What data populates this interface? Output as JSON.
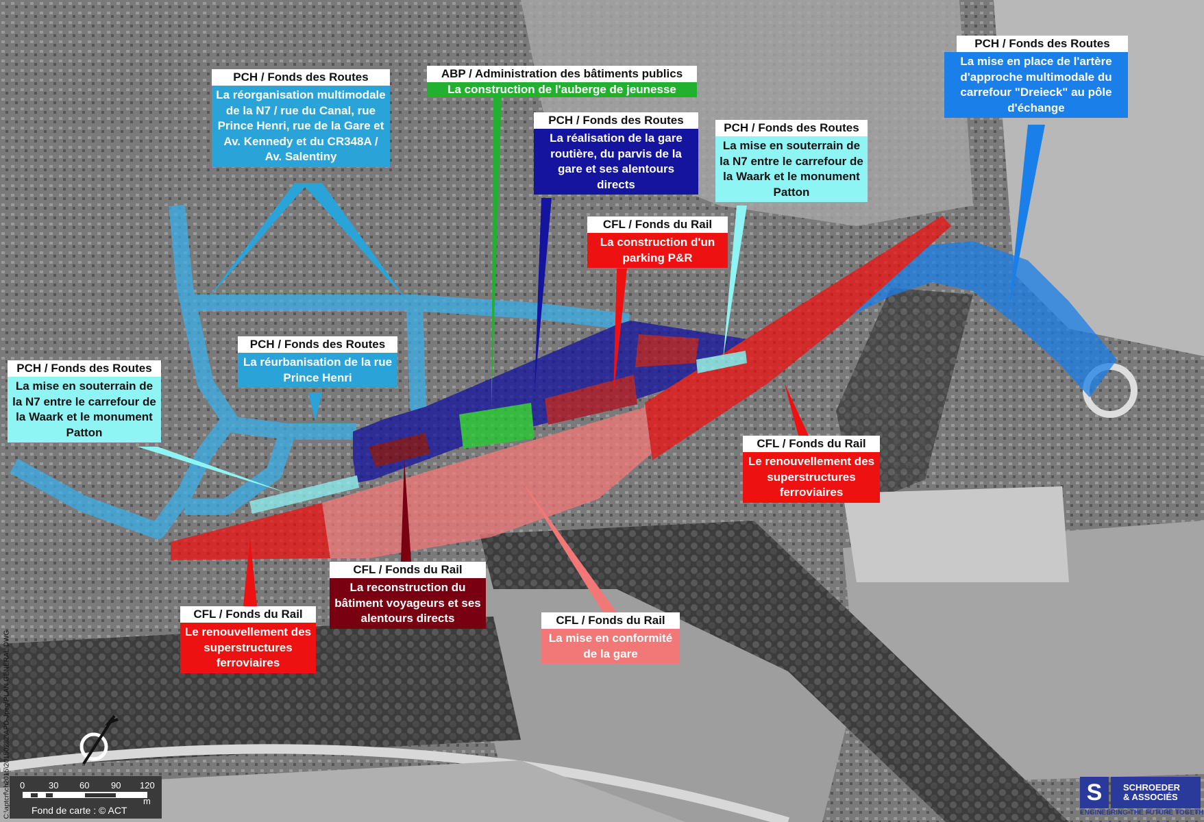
{
  "labels": [
    {
      "owner": "PCH / Fonds des Routes",
      "text": "La réorganisation multimodale de la N7 / rue du Canal, rue Prince Henri, rue de la Gare et Av. Kennedy et du CR348A / Av. Salentiny"
    },
    {
      "owner": "ABP / Administration des bâtiments publics",
      "text": "La construction de l'auberge de jeunesse"
    },
    {
      "owner": "PCH / Fonds des Routes",
      "text": "La réalisation de la gare routière, du parvis de la gare et ses alentours directs"
    },
    {
      "owner": "CFL / Fonds du Rail",
      "text": "La construction d'un parking P&R"
    },
    {
      "owner": "PCH / Fonds des Routes",
      "text": "La mise en souterrain de la N7 entre le carrefour de la Waark et le monument Patton"
    },
    {
      "owner": "PCH / Fonds des Routes",
      "text": "La mise en place de l'artère d'approche multimodale du carrefour \"Dreieck\" au pôle d'échange"
    },
    {
      "owner": "PCH / Fonds des Routes",
      "text": "La réurbanisation de la rue Prince Henri"
    },
    {
      "owner": "PCH / Fonds des Routes",
      "text": "La mise en souterrain de la N7 entre le carrefour de la Waark et le monument Patton"
    },
    {
      "owner": "CFL / Fonds du Rail",
      "text": "Le renouvellement des superstructures ferroviaires"
    },
    {
      "owner": "CFL / Fonds du Rail",
      "text": "La reconstruction du bâtiment voyageurs et ses alentours directs"
    },
    {
      "owner": "CFL / Fonds du Rail",
      "text": "Le renouvellement des superstructures ferroviaires"
    },
    {
      "owner": "CFL / Fonds du Rail",
      "text": "La mise en conformité de la gare"
    }
  ],
  "scale": {
    "ticks": [
      "0",
      "30",
      "60",
      "90",
      "120"
    ],
    "unit": "m",
    "source": "Fond de carte : © ACT"
  },
  "file_path": "C:\\aptcrf\\ch2015\\20150282\\APD-Jpeg\\PLAN GENERAL.DWG",
  "logo": {
    "mark": "S",
    "name_line1": "SCHROEDER",
    "name_line2": "& ASSOCIÉS",
    "tagline": "ENGINEERING THE FUTURE TOGETHER"
  },
  "colors": {
    "pch": "#2aa3d8",
    "dreieck": "#1a7fe8",
    "navy": "#14149e",
    "cyan": "#8ff4f4",
    "red": "#ee1111",
    "darkred": "#780010",
    "pink": "#f27878",
    "green": "#22b030"
  }
}
